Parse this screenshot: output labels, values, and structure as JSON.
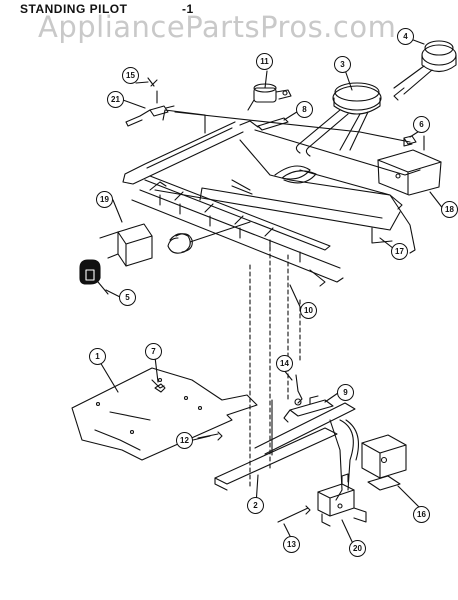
{
  "diagram": {
    "title": "STANDING PILOT",
    "title_suffix": "-1",
    "watermark": "AppliancePartsPros.com",
    "part_numbers": [
      "1",
      "2",
      "3",
      "4",
      "5",
      "6",
      "7",
      "8",
      "9",
      "10",
      "11",
      "12",
      "13",
      "14",
      "15",
      "16",
      "17",
      "18",
      "19",
      "20",
      "21"
    ],
    "colors": {
      "line": "#111111",
      "watermark": "#c9c9c9",
      "background": "#ffffff"
    }
  }
}
